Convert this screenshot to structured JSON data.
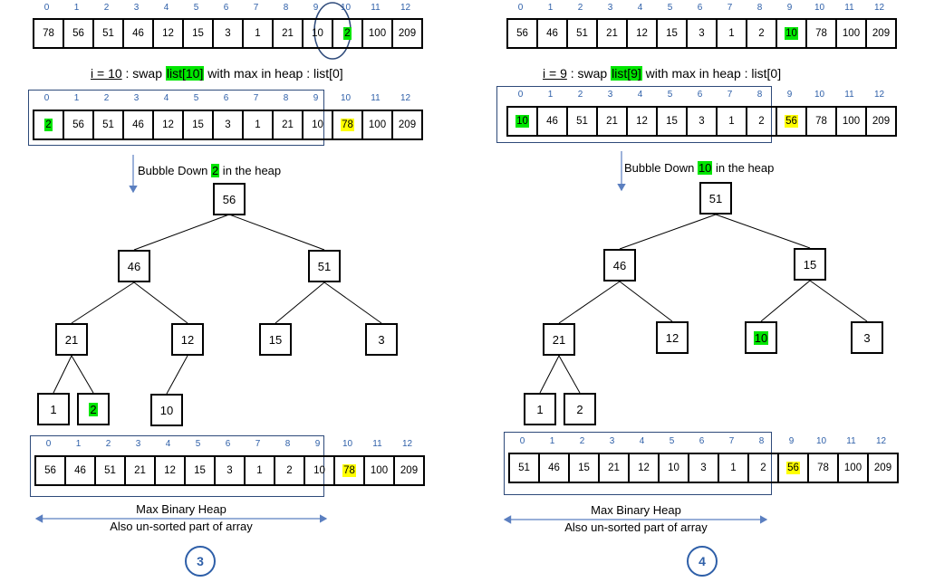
{
  "colors": {
    "highlight_current": "#00e600",
    "highlight_sorted": "#ffff00",
    "accent": "#2e5fa8",
    "box": "#2e4a7a"
  },
  "indices": [
    "0",
    "1",
    "2",
    "3",
    "4",
    "5",
    "6",
    "7",
    "8",
    "9",
    "10",
    "11",
    "12"
  ],
  "panel3": {
    "top_array": [
      "78",
      "56",
      "51",
      "46",
      "12",
      "15",
      "3",
      "1",
      "21",
      "10",
      "2",
      "100",
      "209"
    ],
    "caption": {
      "prefix": "i = 10",
      "mid1": " : swap ",
      "hl": "list[10]",
      "mid2": " with max in heap : list[0]"
    },
    "swapped_array": [
      "2",
      "56",
      "51",
      "46",
      "12",
      "15",
      "3",
      "1",
      "21",
      "10",
      "78",
      "100",
      "209"
    ],
    "bubble": {
      "pre": "Bubble Down ",
      "hl": "2",
      "post": " in the heap"
    },
    "tree": [
      "56",
      "46",
      "51",
      "21",
      "12",
      "15",
      "3",
      "1",
      "2",
      "10"
    ],
    "bottom_array": [
      "56",
      "46",
      "51",
      "21",
      "12",
      "15",
      "3",
      "1",
      "2",
      "10",
      "78",
      "100",
      "209"
    ],
    "heap_label1": "Max Binary Heap",
    "heap_label2": "Also un-sorted part of array",
    "step": "3"
  },
  "panel4": {
    "top_array": [
      "56",
      "46",
      "51",
      "21",
      "12",
      "15",
      "3",
      "1",
      "2",
      "10",
      "78",
      "100",
      "209"
    ],
    "caption": {
      "prefix": "i = 9",
      "mid1": " : swap ",
      "hl": "list[9]",
      "mid2": " with max in heap : list[0]"
    },
    "swapped_array": [
      "10",
      "46",
      "51",
      "21",
      "12",
      "15",
      "3",
      "1",
      "2",
      "56",
      "78",
      "100",
      "209"
    ],
    "bubble": {
      "pre": "Bubble Down ",
      "hl": "10",
      "post": " in the heap"
    },
    "tree": [
      "51",
      "46",
      "15",
      "21",
      "12",
      "10",
      "3",
      "1",
      "2"
    ],
    "bottom_array": [
      "51",
      "46",
      "15",
      "21",
      "12",
      "10",
      "3",
      "1",
      "2",
      "56",
      "78",
      "100",
      "209"
    ],
    "heap_label1": "Max Binary Heap",
    "heap_label2": "Also un-sorted part of array",
    "step": "4"
  }
}
